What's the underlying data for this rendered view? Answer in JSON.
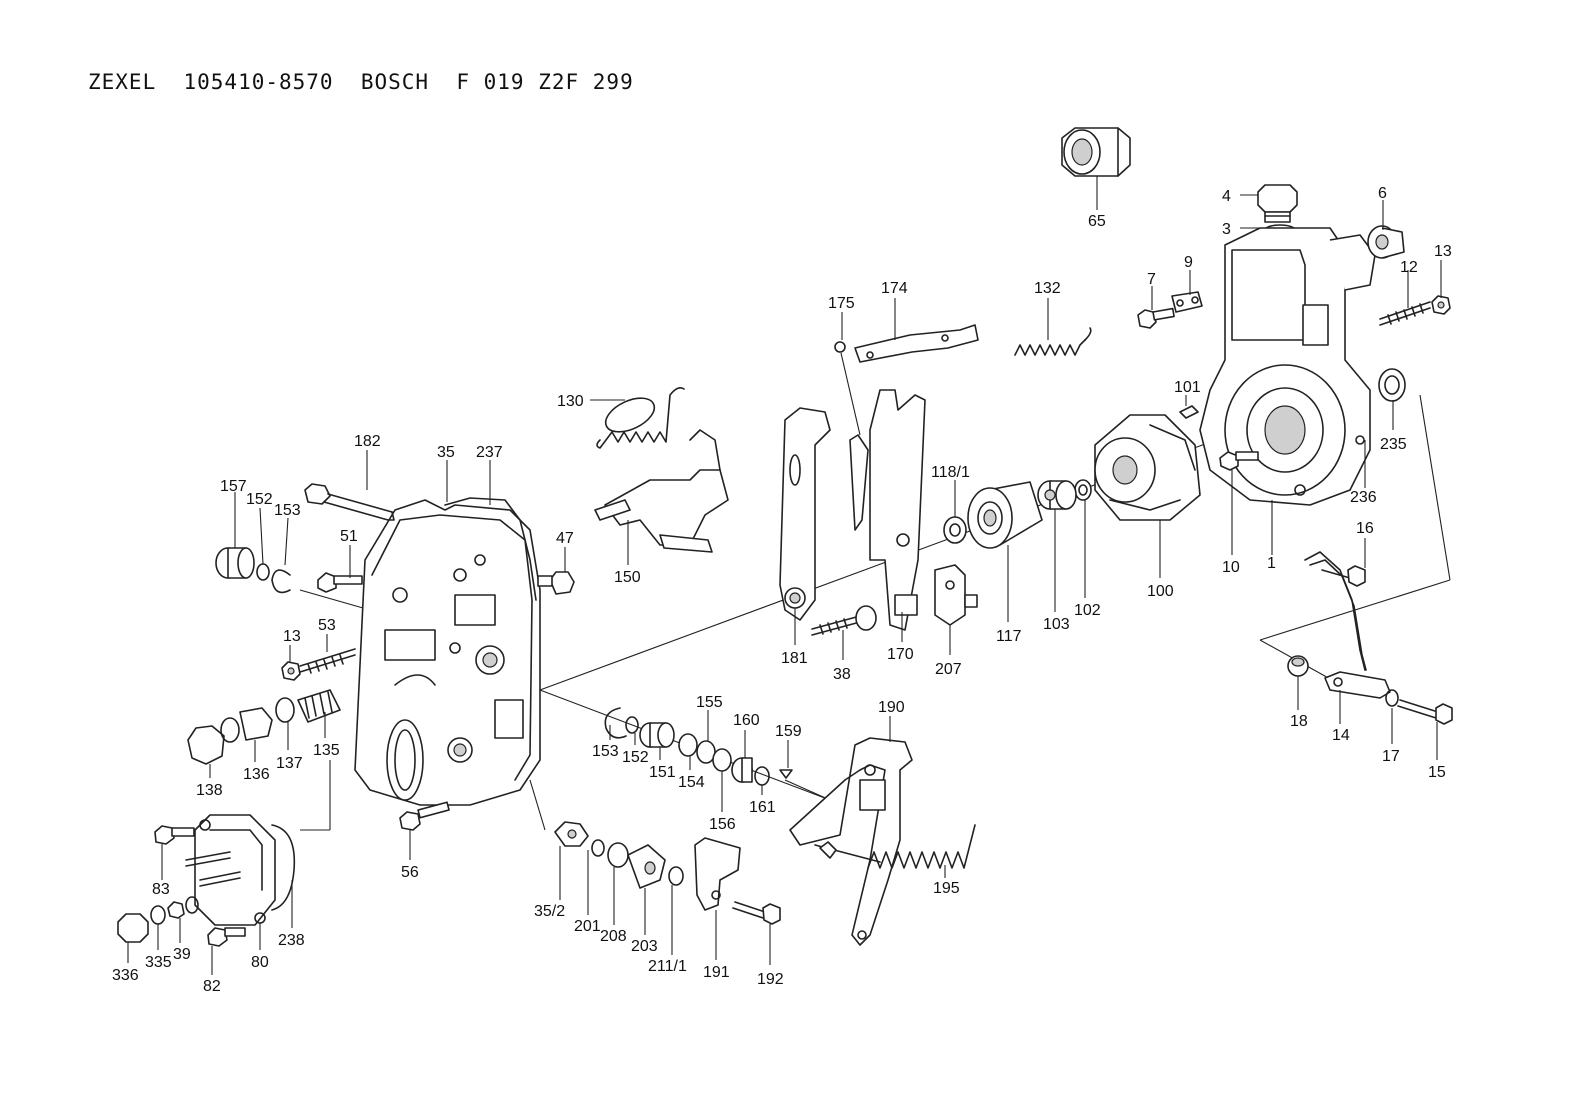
{
  "title": "ZEXEL  105410-8570  BOSCH  F 019 Z2F 299",
  "labels": [
    "65",
    "4",
    "3",
    "6",
    "13",
    "12",
    "7",
    "9",
    "101",
    "235",
    "236",
    "10",
    "1",
    "16",
    "18",
    "14",
    "17",
    "15",
    "175",
    "174",
    "132",
    "130",
    "182",
    "35",
    "237",
    "157",
    "152",
    "153",
    "51",
    "47",
    "150",
    "118/1",
    "100",
    "181",
    "38",
    "170",
    "207",
    "117",
    "103",
    "102",
    "13",
    "53",
    "138",
    "136",
    "137",
    "135",
    "153",
    "152",
    "151",
    "154",
    "155",
    "156",
    "160",
    "161",
    "159",
    "190",
    "195",
    "83",
    "336",
    "335",
    "39",
    "82",
    "80",
    "238",
    "56",
    "35/2",
    "201",
    "208",
    "203",
    "211/1",
    "191",
    "192"
  ]
}
